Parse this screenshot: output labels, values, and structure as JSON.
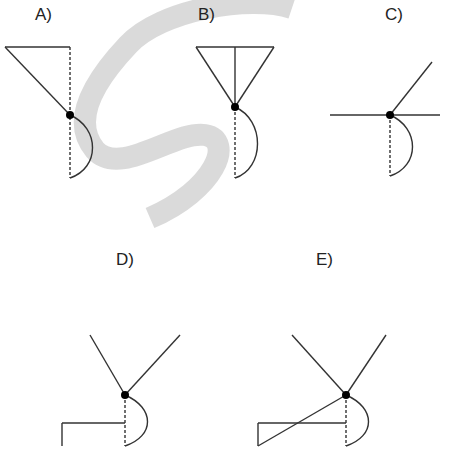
{
  "diagram": {
    "labels": [
      "A)",
      "B)",
      "C)",
      "D)",
      "E)"
    ]
  }
}
